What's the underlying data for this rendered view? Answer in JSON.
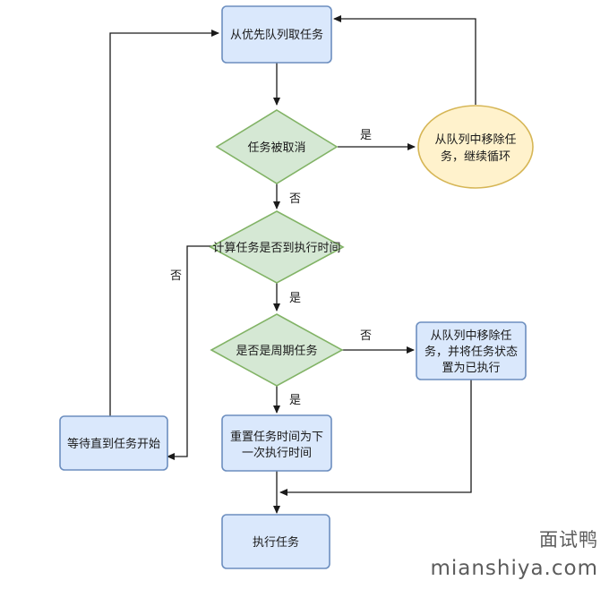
{
  "diagram": {
    "nodes": {
      "take_from_queue": "从优先队列取任务",
      "is_cancelled": "任务被取消",
      "remove_continue_1": "从队列中移除任",
      "remove_continue_2": "务，继续循环",
      "time_to_run": "计算任务是否到执行时间",
      "is_periodic": "是否是周期任务",
      "remove_mark_1": "从队列中移除任",
      "remove_mark_2": "务，并将任务状态",
      "remove_mark_3": "置为已执行",
      "wait_until_start": "等待直到任务开始",
      "reset_time_1": "重置任务时间为下",
      "reset_time_2": "一次执行时间",
      "execute_task": "执行任务"
    },
    "edge_labels": {
      "cancelled_yes": "是",
      "cancelled_no": "否",
      "time_no": "否",
      "time_yes": "是",
      "periodic_no": "否",
      "periodic_yes": "是"
    },
    "colors": {
      "box_fill": "#dae8fc",
      "box_stroke": "#6c8ebf",
      "diamond_fill": "#d5e8d4",
      "diamond_stroke": "#82b366",
      "ellipse_fill": "#fff2cc",
      "ellipse_stroke": "#d6b656",
      "line": "#1a1a1a"
    }
  },
  "watermark": {
    "cn": "面试鸭",
    "en": "mianshiya.com"
  }
}
